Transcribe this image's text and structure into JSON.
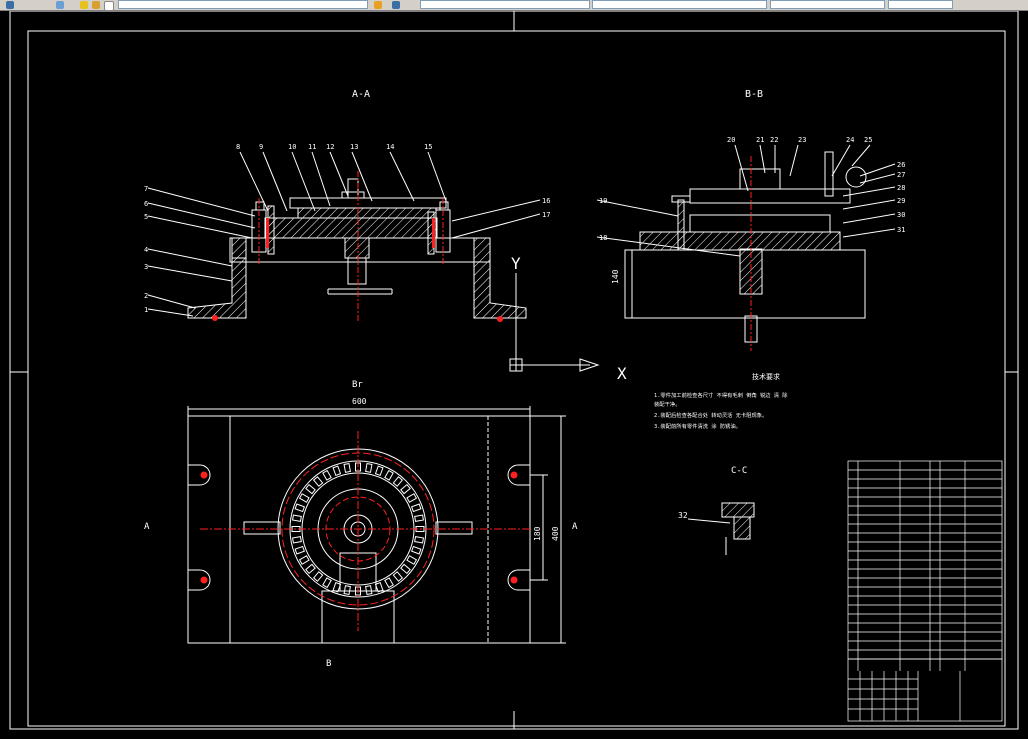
{
  "views": {
    "aa_title": "A-A",
    "bb_title": "B-B",
    "br_label": "Br",
    "cc_title": "C-C",
    "left_a": "A",
    "right_a": "A",
    "bottom_b": "B"
  },
  "ucs": {
    "y": "Y",
    "x": "X"
  },
  "dims": {
    "width_600": "600",
    "d180": "180",
    "d400": "400",
    "h140": "140",
    "callout_32": "32"
  },
  "aa_callouts": [
    "8",
    "9",
    "10",
    "11",
    "12",
    "13",
    "14",
    "15",
    "7",
    "6",
    "5",
    "4",
    "3",
    "2",
    "1",
    "16",
    "17"
  ],
  "bb_callouts": [
    "20",
    "21",
    "22",
    "23",
    "24",
    "25",
    "26",
    "27",
    "28",
    "29",
    "30",
    "31",
    "19",
    "18"
  ],
  "notes": {
    "title": "技术要求",
    "lines": [
      "1.零件加工前检查各尺寸 不得有毛刺 倒角 锐边 清 除",
      "装配干净。",
      "2.装配后检查各配合处 转动灵活 无卡阻现象。",
      "3.装配前所有零件清洗 涂 防锈油。"
    ]
  },
  "colors": {
    "line": "#ffffff",
    "hatch": "#ffffff",
    "center": "#ff2020",
    "dim": "#ffffff",
    "note": "#ffffff"
  }
}
